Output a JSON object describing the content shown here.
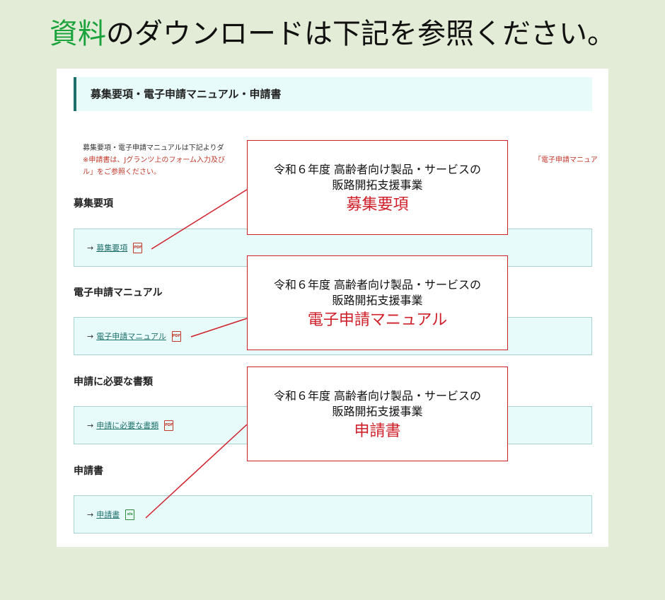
{
  "headline": {
    "accent": "資料",
    "rest": "のダウンロードは下記を参照ください。"
  },
  "panel": {
    "section_title": "募集要項・電子申請マニュアル・申請書",
    "intro_line1": "募集要項・電子申請マニュアルは下記よりダ",
    "intro_line2": "※申請書は、Jグランツ上のフォーム入力及び",
    "intro_line2_right": "「電子申請マニュア",
    "intro_line3": "ル」をご参照ください。",
    "arrow": "→",
    "groups": [
      {
        "heading": "募集要項",
        "link": "募集要項",
        "file_icon": "pdf-icon",
        "icon_text": "PDF"
      },
      {
        "heading": "電子申請マニュアル",
        "link": "電子申請マニュアル",
        "file_icon": "pdf-icon",
        "icon_text": "PDF"
      },
      {
        "heading": "申請に必要な書類",
        "link": "申請に必要な書類",
        "file_icon": "pdf-icon",
        "icon_text": "PDF"
      },
      {
        "heading": "申請書",
        "link": "申請書",
        "file_icon": "xls-icon",
        "icon_text": "xls"
      }
    ]
  },
  "callouts": [
    {
      "line1": "令和６年度 高齢者向け製品・サービスの",
      "line2": "販路開拓支援事業",
      "title": "募集要項"
    },
    {
      "line1": "令和６年度 高齢者向け製品・サービスの",
      "line2": "販路開拓支援事業",
      "title": "電子申請マニュアル"
    },
    {
      "line1": "令和６年度 高齢者向け製品・サービスの",
      "line2": "販路開拓支援事業",
      "title": "申請書"
    }
  ],
  "colors": {
    "background": "#e2ecd7",
    "accent_green": "#1ba33b",
    "callout_red": "#d0202a",
    "teal": "#1e6f6a",
    "box_fill": "#e8fbfb"
  }
}
